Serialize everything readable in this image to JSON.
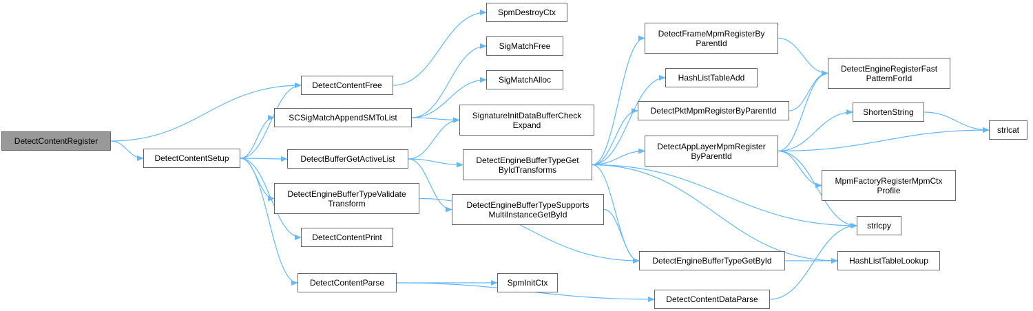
{
  "colors": {
    "edge": "#63b8ff",
    "node_border": "#666666",
    "root_fill": "#999999",
    "node_fill": "#ffffff"
  },
  "nodes": [
    {
      "id": "DetectContentRegister",
      "lines": [
        "DetectContentRegister"
      ],
      "root": true
    },
    {
      "id": "DetectContentFree",
      "lines": [
        "DetectContentFree"
      ]
    },
    {
      "id": "DetectContentSetup",
      "lines": [
        "DetectContentSetup"
      ]
    },
    {
      "id": "SpmDestroyCtx",
      "lines": [
        "SpmDestroyCtx"
      ]
    },
    {
      "id": "SigMatchFree",
      "lines": [
        "SigMatchFree"
      ]
    },
    {
      "id": "SCSigMatchAppendSMToList",
      "lines": [
        "SCSigMatchAppendSMToList"
      ]
    },
    {
      "id": "DetectBufferGetActiveList",
      "lines": [
        "DetectBufferGetActiveList"
      ]
    },
    {
      "id": "DetectEngineBufferTypeValidateTransform",
      "lines": [
        "DetectEngineBufferTypeValidate",
        "Transform"
      ]
    },
    {
      "id": "DetectContentPrint",
      "lines": [
        "DetectContentPrint"
      ]
    },
    {
      "id": "DetectContentParse",
      "lines": [
        "DetectContentParse"
      ]
    },
    {
      "id": "SigMatchAlloc",
      "lines": [
        "SigMatchAlloc"
      ]
    },
    {
      "id": "SignatureInitDataBufferCheckExpand",
      "lines": [
        "SignatureInitDataBufferCheck",
        "Expand"
      ]
    },
    {
      "id": "DetectEngineBufferTypeGetByIdTransforms",
      "lines": [
        "DetectEngineBufferTypeGet",
        "ByIdTransforms"
      ]
    },
    {
      "id": "DetectEngineBufferTypeSupportsMultiInstanceGetById",
      "lines": [
        "DetectEngineBufferTypeSupports",
        "MultiInstanceGetById"
      ]
    },
    {
      "id": "SpmInitCtx",
      "lines": [
        "SpmInitCtx"
      ]
    },
    {
      "id": "DetectFrameMpmRegisterByParentId",
      "lines": [
        "DetectFrameMpmRegisterBy",
        "ParentId"
      ]
    },
    {
      "id": "HashListTableAdd",
      "lines": [
        "HashListTableAdd"
      ]
    },
    {
      "id": "DetectPktMpmRegisterByParentId",
      "lines": [
        "DetectPktMpmRegisterByParentId"
      ]
    },
    {
      "id": "DetectAppLayerMpmRegisterByParentId",
      "lines": [
        "DetectAppLayerMpmRegister",
        "ByParentId"
      ]
    },
    {
      "id": "DetectEngineBufferTypeGetById",
      "lines": [
        "DetectEngineBufferTypeGetById"
      ]
    },
    {
      "id": "DetectContentDataParse",
      "lines": [
        "DetectContentDataParse"
      ]
    },
    {
      "id": "DetectEngineRegisterFastPatternForId",
      "lines": [
        "DetectEngineRegisterFast",
        "PatternForId"
      ]
    },
    {
      "id": "ShortenString",
      "lines": [
        "ShortenString"
      ]
    },
    {
      "id": "MpmFactoryRegisterMpmCtxProfile",
      "lines": [
        "MpmFactoryRegisterMpmCtx",
        "Profile"
      ]
    },
    {
      "id": "strlcpy",
      "lines": [
        "strlcpy"
      ]
    },
    {
      "id": "HashListTableLookup",
      "lines": [
        "HashListTableLookup"
      ]
    },
    {
      "id": "strlcat",
      "lines": [
        "strlcat"
      ]
    }
  ],
  "edges": [
    [
      "DetectContentRegister",
      "DetectContentFree"
    ],
    [
      "DetectContentRegister",
      "DetectContentSetup"
    ],
    [
      "DetectContentFree",
      "SpmDestroyCtx"
    ],
    [
      "DetectContentSetup",
      "DetectContentFree"
    ],
    [
      "DetectContentSetup",
      "SCSigMatchAppendSMToList"
    ],
    [
      "DetectContentSetup",
      "DetectBufferGetActiveList"
    ],
    [
      "DetectContentSetup",
      "DetectEngineBufferTypeValidateTransform"
    ],
    [
      "DetectContentSetup",
      "DetectContentPrint"
    ],
    [
      "DetectContentSetup",
      "DetectContentParse"
    ],
    [
      "SCSigMatchAppendSMToList",
      "SigMatchFree"
    ],
    [
      "SCSigMatchAppendSMToList",
      "SigMatchAlloc"
    ],
    [
      "SCSigMatchAppendSMToList",
      "SignatureInitDataBufferCheckExpand"
    ],
    [
      "DetectBufferGetActiveList",
      "SignatureInitDataBufferCheckExpand"
    ],
    [
      "DetectBufferGetActiveList",
      "DetectEngineBufferTypeGetByIdTransforms"
    ],
    [
      "DetectBufferGetActiveList",
      "DetectEngineBufferTypeSupportsMultiInstanceGetById"
    ],
    [
      "DetectEngineBufferTypeValidateTransform",
      "DetectEngineBufferTypeGetById"
    ],
    [
      "DetectContentParse",
      "SpmInitCtx"
    ],
    [
      "DetectContentParse",
      "DetectContentDataParse"
    ],
    [
      "DetectEngineBufferTypeGetByIdTransforms",
      "DetectFrameMpmRegisterByParentId"
    ],
    [
      "DetectEngineBufferTypeGetByIdTransforms",
      "HashListTableAdd"
    ],
    [
      "DetectEngineBufferTypeGetByIdTransforms",
      "DetectPktMpmRegisterByParentId"
    ],
    [
      "DetectEngineBufferTypeGetByIdTransforms",
      "DetectAppLayerMpmRegisterByParentId"
    ],
    [
      "DetectEngineBufferTypeGetByIdTransforms",
      "DetectEngineBufferTypeGetById"
    ],
    [
      "DetectEngineBufferTypeGetByIdTransforms",
      "strlcpy"
    ],
    [
      "DetectEngineBufferTypeGetByIdTransforms",
      "HashListTableLookup"
    ],
    [
      "DetectEngineBufferTypeSupportsMultiInstanceGetById",
      "DetectEngineBufferTypeGetById"
    ],
    [
      "DetectFrameMpmRegisterByParentId",
      "DetectEngineRegisterFastPatternForId"
    ],
    [
      "DetectPktMpmRegisterByParentId",
      "DetectEngineRegisterFastPatternForId"
    ],
    [
      "DetectAppLayerMpmRegisterByParentId",
      "DetectEngineRegisterFastPatternForId"
    ],
    [
      "DetectAppLayerMpmRegisterByParentId",
      "ShortenString"
    ],
    [
      "DetectAppLayerMpmRegisterByParentId",
      "strlcat"
    ],
    [
      "DetectAppLayerMpmRegisterByParentId",
      "MpmFactoryRegisterMpmCtxProfile"
    ],
    [
      "DetectAppLayerMpmRegisterByParentId",
      "strlcpy"
    ],
    [
      "ShortenString",
      "strlcat"
    ],
    [
      "DetectEngineBufferTypeGetById",
      "HashListTableLookup"
    ],
    [
      "DetectContentDataParse",
      "strlcpy"
    ]
  ]
}
